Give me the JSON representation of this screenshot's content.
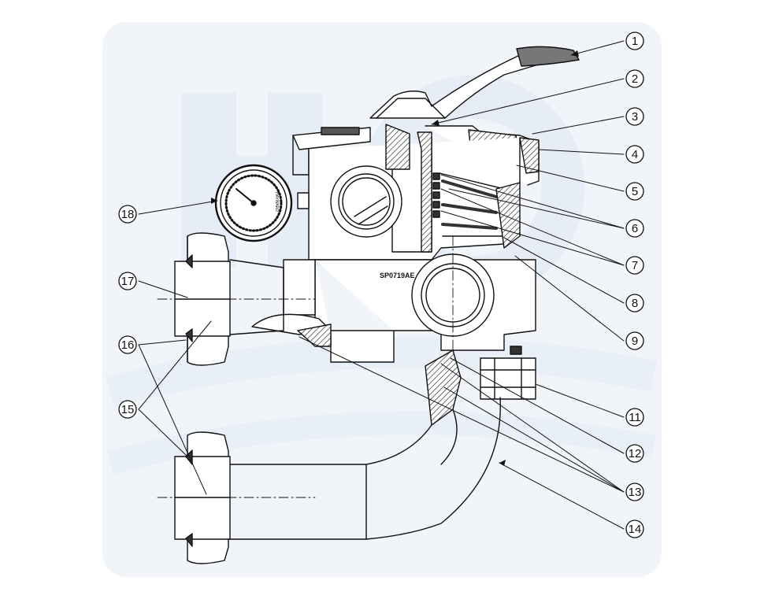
{
  "diagram": {
    "part_code": "SP0719AE",
    "gauge_brand": "HAYWARD",
    "callouts": [
      {
        "num": "1"
      },
      {
        "num": "2"
      },
      {
        "num": "3"
      },
      {
        "num": "4"
      },
      {
        "num": "5"
      },
      {
        "num": "6"
      },
      {
        "num": "7"
      },
      {
        "num": "8"
      },
      {
        "num": "9"
      },
      {
        "num": "11"
      },
      {
        "num": "12"
      },
      {
        "num": "13"
      },
      {
        "num": "14"
      },
      {
        "num": "15"
      },
      {
        "num": "16"
      },
      {
        "num": "17"
      },
      {
        "num": "18"
      }
    ]
  },
  "colors": {
    "line": "#111111",
    "hatch": "#222222",
    "watermark": "#eef3f9"
  }
}
